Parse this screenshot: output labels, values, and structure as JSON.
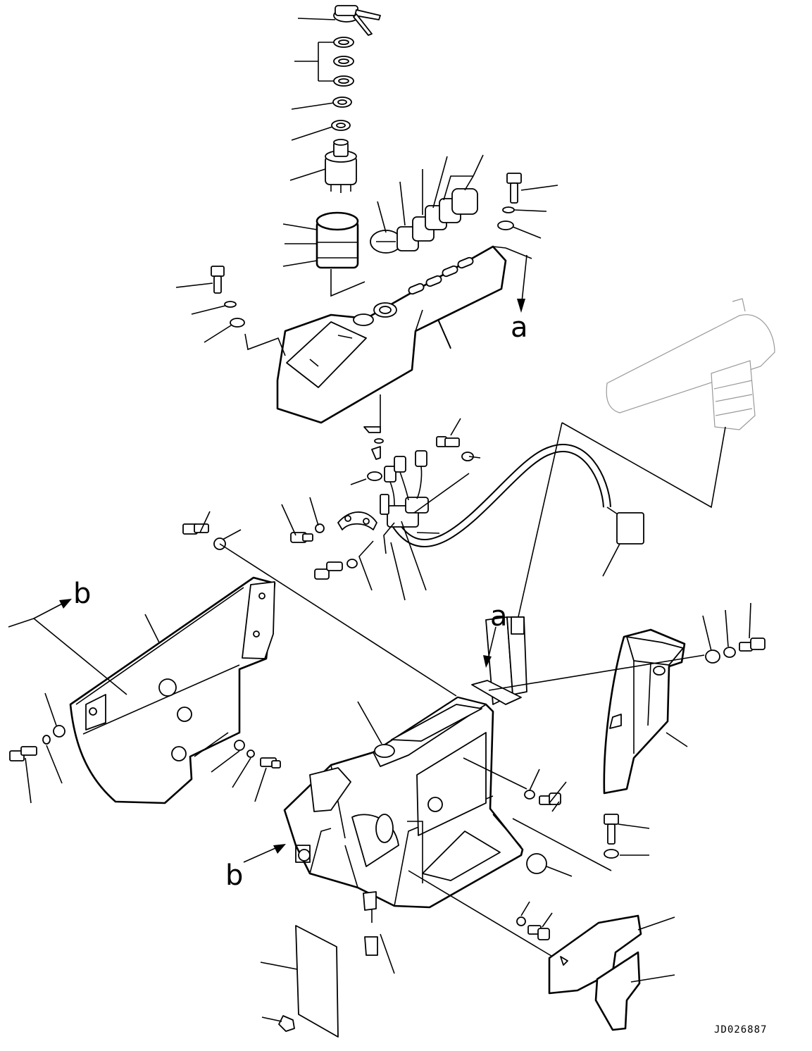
{
  "diagram": {
    "view_labels": [
      "a",
      "a",
      "b",
      "b"
    ],
    "drawing_code": "JD026887",
    "colors": {
      "ink": "#000000",
      "ghost": "#999999",
      "paper": "#ffffff"
    }
  }
}
